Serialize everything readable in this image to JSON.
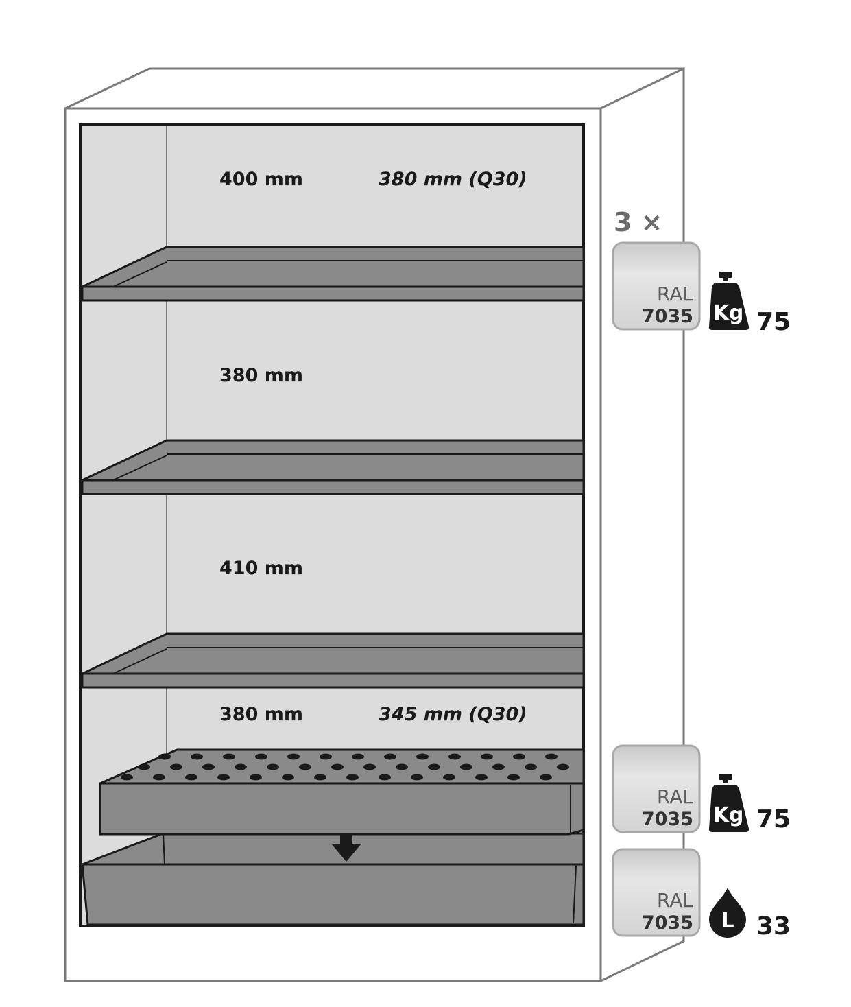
{
  "compartments": [
    {
      "height": "400 mm",
      "height_q30": "380 mm (Q30)"
    },
    {
      "height": "380 mm"
    },
    {
      "height": "410 mm"
    },
    {
      "height": "380 mm",
      "height_q30": "345 mm (Q30)"
    }
  ],
  "shelf_count": "3 ×",
  "accessories": [
    {
      "ral_label": "RAL",
      "ral_code": "7035",
      "icon": "weight-kg-icon",
      "icon_text": "Kg",
      "value": "75"
    },
    {
      "ral_label": "RAL",
      "ral_code": "7035",
      "icon": "weight-kg-icon",
      "icon_text": "Kg",
      "value": "75"
    },
    {
      "ral_label": "RAL",
      "ral_code": "7035",
      "icon": "liquid-drop-icon",
      "icon_text": "L",
      "value": "33"
    }
  ],
  "colors": {
    "cabinet_interior": "#dcdcdc",
    "shelf": "#8a8a8a",
    "outline": "#1a1a1a",
    "ral_7035": "#d7d7d7"
  }
}
